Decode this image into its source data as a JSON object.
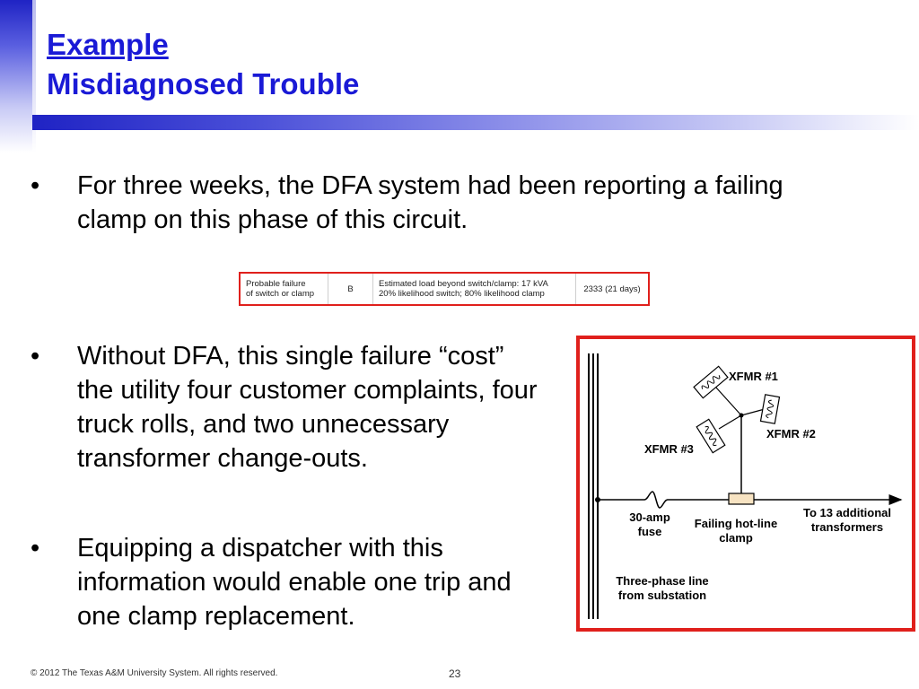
{
  "title": {
    "line1": "Example",
    "line2": "Misdiagnosed Trouble"
  },
  "bullets": [
    {
      "marker": "•",
      "text": "For three weeks, the DFA system had been reporting a failing clamp on this phase of this circuit."
    },
    {
      "marker": "•",
      "text": "Without DFA, this single failure “cost” the utility four customer complaints, four truck rolls, and two unnecessary transformer change-outs."
    },
    {
      "marker": "•",
      "text": "Equipping a dispatcher with this information would enable one trip and one clamp replacement."
    }
  ],
  "report_table": {
    "col1_line1": "Probable failure",
    "col1_line2": "of switch or clamp",
    "col2": "B",
    "col3_line1": "Estimated load beyond switch/clamp: 17 kVA",
    "col3_line2": "20% likelihood switch; 80% likelihood clamp",
    "col4": "2333 (21 days)"
  },
  "diagram": {
    "xfmr1": "XFMR #1",
    "xfmr2": "XFMR #2",
    "xfmr3": "XFMR #3",
    "fuse_line1": "30-amp",
    "fuse_line2": "fuse",
    "clamp_line1": "Failing hot-line",
    "clamp_line2": "clamp",
    "downstream_line1": "To 13 additional",
    "downstream_line2": "transformers",
    "source_line1": "Three-phase line",
    "source_line2": "from substation",
    "border_color": "#e0201c"
  },
  "footer": {
    "copyright": "© 2012 The Texas A&M University System.  All rights reserved.",
    "page_number": "23"
  },
  "colors": {
    "title": "#1a1ad6",
    "accent_red": "#e0201c",
    "bar_blue": "#1f23c4"
  }
}
